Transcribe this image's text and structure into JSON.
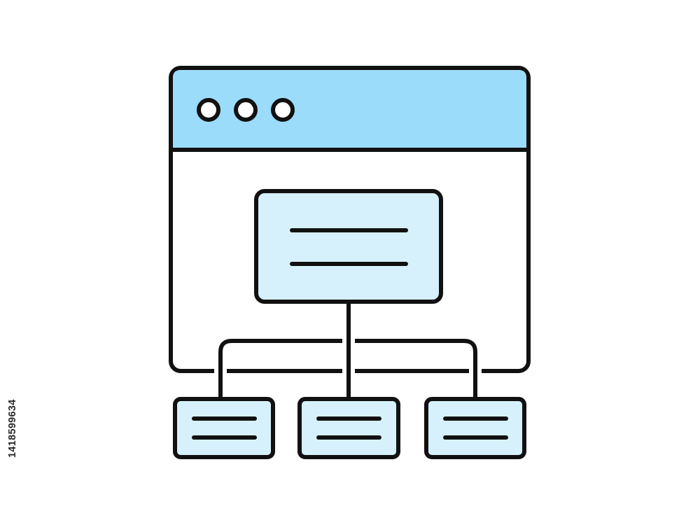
{
  "illustration": {
    "subject": "website-sitemap-icon",
    "colors": {
      "outline": "#111111",
      "header_fill": "#9cdcfb",
      "card_fill": "#d6f1fb",
      "window_fill": "#ffffff"
    },
    "header_dot_count": 3,
    "child_node_count": 3,
    "text_lines_per_card": 2
  },
  "stock_id": "1418599634"
}
